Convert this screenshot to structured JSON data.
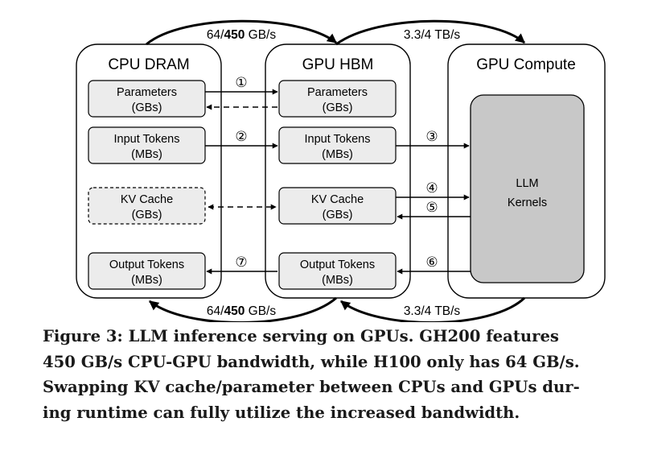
{
  "diagram": {
    "columns": {
      "cpu_dram": "CPU DRAM",
      "gpu_hbm": "GPU HBM",
      "gpu_compute": "GPU Compute"
    },
    "cpu_boxes": {
      "parameters": [
        "Parameters",
        "(GBs)"
      ],
      "input_tokens": [
        "Input Tokens",
        "(MBs)"
      ],
      "kv_cache": [
        "KV Cache",
        "(GBs)"
      ],
      "output_tokens": [
        "Output Tokens",
        "(MBs)"
      ]
    },
    "hbm_boxes": {
      "parameters": [
        "Parameters",
        "(GBs)"
      ],
      "input_tokens": [
        "Input Tokens",
        "(MBs)"
      ],
      "kv_cache": [
        "KV Cache",
        "(GBs)"
      ],
      "output_tokens": [
        "Output Tokens",
        "(MBs)"
      ]
    },
    "kernels": [
      "LLM",
      "Kernels"
    ],
    "bandwidth": {
      "top_left_prefix": "64/",
      "top_left_bold": "450",
      "top_left_suffix": " GB/s",
      "top_right": "3.3/4 TB/s",
      "bottom_left_prefix": "64/",
      "bottom_left_bold": "450",
      "bottom_left_suffix": " GB/s",
      "bottom_right": "3.3/4 TB/s"
    },
    "step_markers": [
      "①",
      "②",
      "③",
      "④",
      "⑤",
      "⑥",
      "⑦"
    ]
  },
  "caption": {
    "lines": [
      "Figure 3: LLM inference serving on GPUs. GH200 features",
      "450 GB/s CPU-GPU bandwidth, while H100 only has 64 GB/s.",
      "Swapping KV cache/parameter between CPUs and GPUs dur-",
      "ing runtime can fully utilize the increased bandwidth."
    ]
  }
}
